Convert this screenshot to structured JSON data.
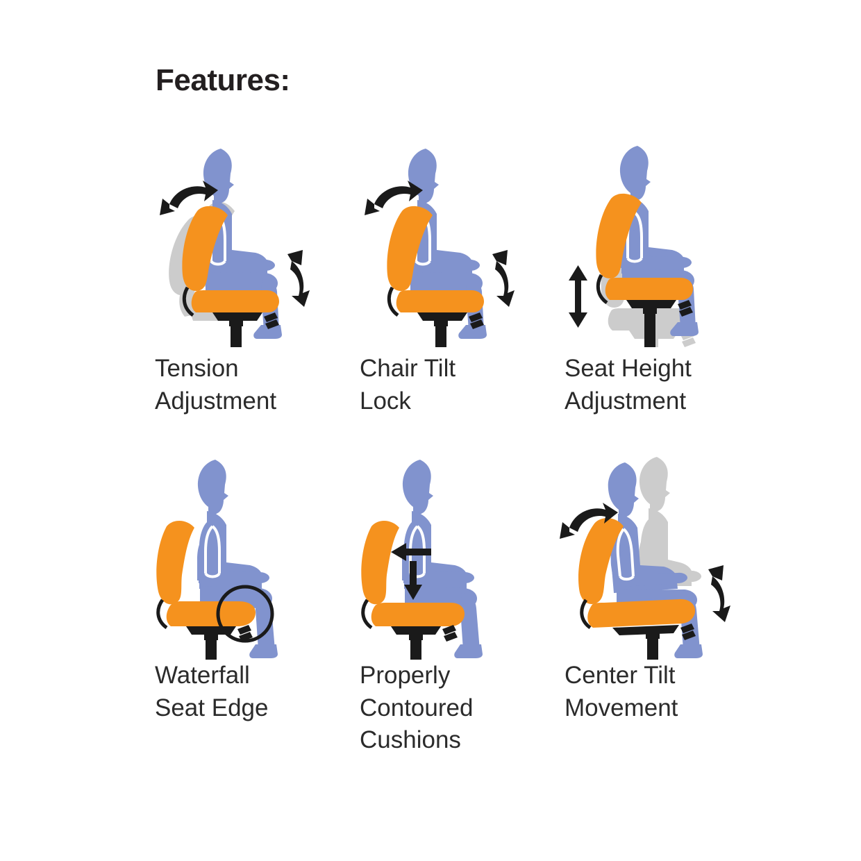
{
  "page": {
    "title": "Features:",
    "background_color": "#ffffff"
  },
  "palette": {
    "orange": "#F5921E",
    "blue": "#8193CE",
    "gray_ghost": "#CCCCCC",
    "black": "#1A1A1A",
    "text": "#2B2B2B",
    "title_text": "#231F20",
    "white": "#FFFFFF"
  },
  "features": [
    {
      "id": "tension-adjustment",
      "label": "Tension\nAdjustment",
      "icon": "chair-tension-adjustment-icon",
      "annotations": [
        "curved-double-arrow-backrest",
        "curved-double-arrow-knee"
      ],
      "ghost": "backrest-reclined-ghost"
    },
    {
      "id": "chair-tilt-lock",
      "label": "Chair Tilt\nLock",
      "icon": "chair-tilt-lock-icon",
      "annotations": [
        "curved-double-arrow-backrest",
        "curved-double-arrow-knee"
      ],
      "ghost": "none"
    },
    {
      "id": "seat-height-adjustment",
      "label": "Seat Height\nAdjustment",
      "icon": "chair-seat-height-icon",
      "annotations": [
        "vertical-double-arrow"
      ],
      "ghost": "chair-lowered-ghost"
    },
    {
      "id": "waterfall-seat-edge",
      "label": "Waterfall\nSeat Edge",
      "icon": "chair-waterfall-edge-icon",
      "annotations": [
        "circle-highlight-seat-front-edge"
      ],
      "ghost": "none"
    },
    {
      "id": "properly-contoured-cushions",
      "label": "Properly\nContoured\nCushions",
      "icon": "chair-contoured-cushions-icon",
      "annotations": [
        "left-arrow-lumbar",
        "down-arrow-seat"
      ],
      "ghost": "none"
    },
    {
      "id": "center-tilt-movement",
      "label": "Center Tilt\nMovement",
      "icon": "chair-center-tilt-icon",
      "annotations": [
        "curved-double-arrow-backrest",
        "curved-double-arrow-knee"
      ],
      "ghost": "upright-person-ghost"
    }
  ]
}
